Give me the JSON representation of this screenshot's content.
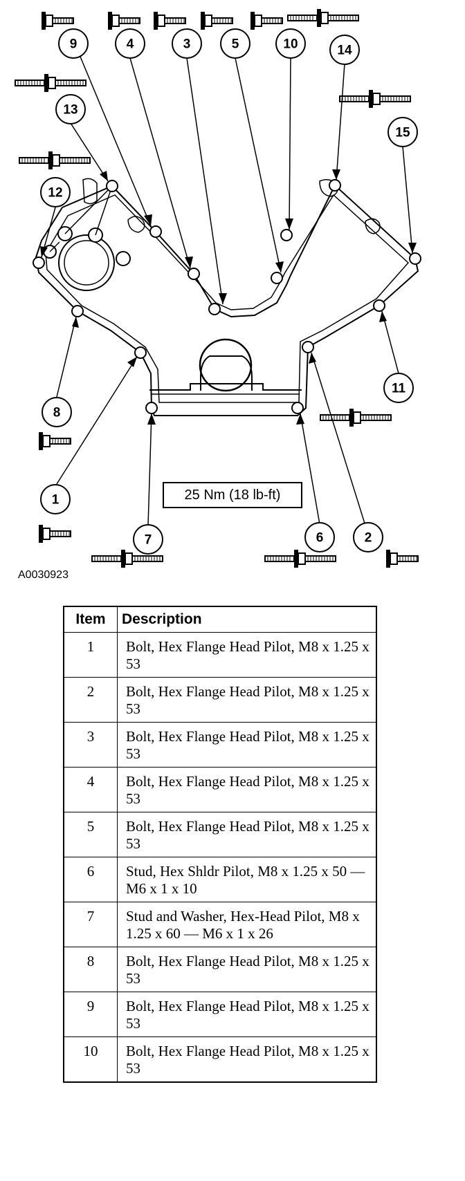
{
  "figure": {
    "callouts": [
      "1",
      "2",
      "3",
      "4",
      "5",
      "6",
      "7",
      "8",
      "9",
      "10",
      "11",
      "12",
      "13",
      "14",
      "15"
    ],
    "torque_spec": "25 Nm (18 lb-ft)",
    "figure_id": "A0030923"
  },
  "table": {
    "headers": {
      "item": "Item",
      "description": "Description"
    },
    "rows": [
      {
        "item": "1",
        "description": "Bolt, Hex Flange Head Pilot, M8 x 1.25 x 53"
      },
      {
        "item": "2",
        "description": "Bolt, Hex Flange Head Pilot, M8 x 1.25 x 53"
      },
      {
        "item": "3",
        "description": "Bolt, Hex Flange Head Pilot, M8 x 1.25 x 53"
      },
      {
        "item": "4",
        "description": "Bolt, Hex Flange Head Pilot, M8 x 1.25 x 53"
      },
      {
        "item": "5",
        "description": "Bolt, Hex Flange Head Pilot, M8 x 1.25 x 53"
      },
      {
        "item": "6",
        "description": "Stud, Hex Shldr Pilot, M8 x 1.25 x 50 — M6 x 1 x 10"
      },
      {
        "item": "7",
        "description": "Stud and Washer, Hex-Head Pilot, M8 x 1.25 x 60 — M6 x 1 x 26"
      },
      {
        "item": "8",
        "description": "Bolt, Hex Flange Head Pilot, M8 x 1.25 x 53"
      },
      {
        "item": "9",
        "description": "Bolt, Hex Flange Head Pilot, M8 x 1.25 x 53"
      },
      {
        "item": "10",
        "description": "Bolt, Hex Flange Head Pilot, M8 x 1.25 x 53"
      }
    ]
  }
}
